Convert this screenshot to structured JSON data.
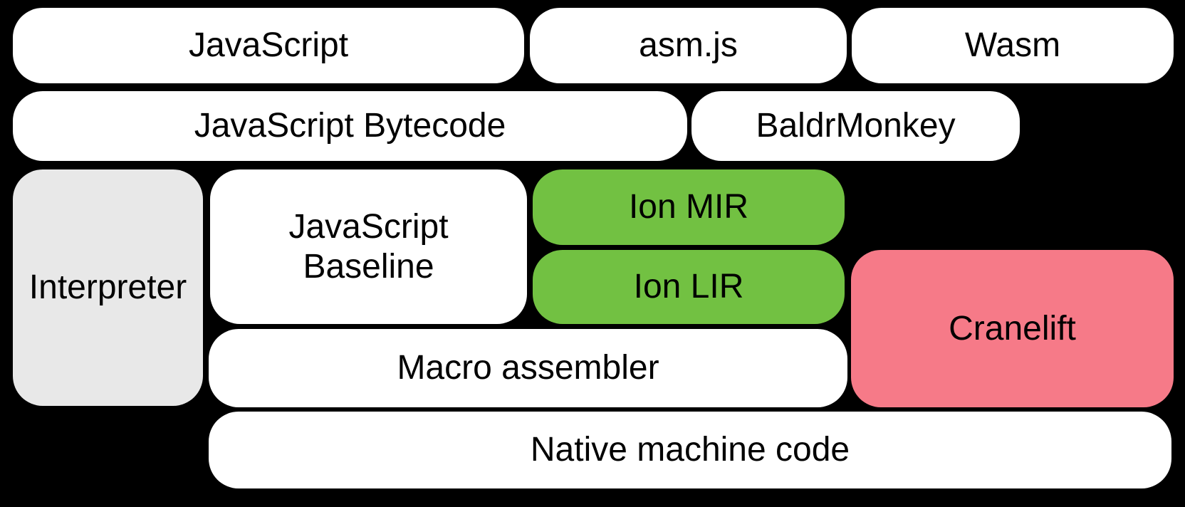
{
  "page": {
    "background": "#000000",
    "text_color": "#000000"
  },
  "diagram": {
    "nodes": {
      "javascript": {
        "label": "JavaScript",
        "bg": "#ffffff"
      },
      "asmjs": {
        "label": "asm.js",
        "bg": "#ffffff"
      },
      "wasm": {
        "label": "Wasm",
        "bg": "#ffffff"
      },
      "bytecode": {
        "label": "JavaScript Bytecode",
        "bg": "#ffffff"
      },
      "baldrmonkey": {
        "label": "BaldrMonkey",
        "bg": "#ffffff"
      },
      "interpreter": {
        "label": "Interpreter",
        "bg": "#e8e8e8"
      },
      "baseline": {
        "line1": "JavaScript",
        "line2": "Baseline",
        "bg": "#ffffff"
      },
      "ion_mir": {
        "label": "Ion MIR",
        "bg": "#72c142"
      },
      "ion_lir": {
        "label": "Ion LIR",
        "bg": "#72c142"
      },
      "cranelift": {
        "label": "Cranelift",
        "bg": "#f67a88"
      },
      "macro_assembler": {
        "label": "Macro assembler",
        "bg": "#ffffff"
      },
      "native_machine_code": {
        "label": "Native machine code",
        "bg": "#ffffff"
      }
    }
  }
}
